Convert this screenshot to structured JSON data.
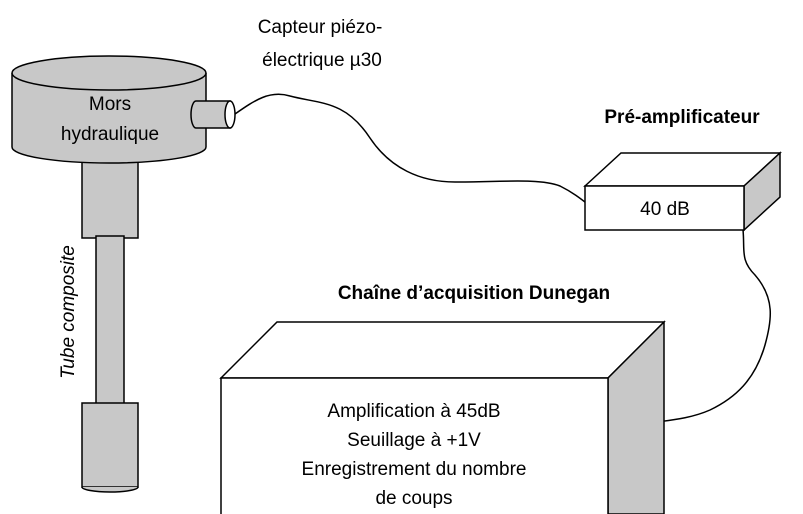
{
  "sensor": {
    "line1": "Capteur piézo-",
    "line2": "électrique µ30"
  },
  "jaw": {
    "line1": "Mors",
    "line2": "hydraulique"
  },
  "tube": {
    "label": "Tube composite"
  },
  "preamp": {
    "title": "Pré-amplificateur",
    "gain": "40 dB"
  },
  "acquisition": {
    "title": "Chaîne d’acquisition  Dunegan",
    "line1": "Amplification à 45dB",
    "line2": "Seuillage à +1V",
    "line3": "Enregistrement du nombre",
    "line4": "de coups"
  },
  "colors": {
    "shade": "#c8c8c8",
    "stroke": "#000000",
    "background": "#ffffff"
  }
}
